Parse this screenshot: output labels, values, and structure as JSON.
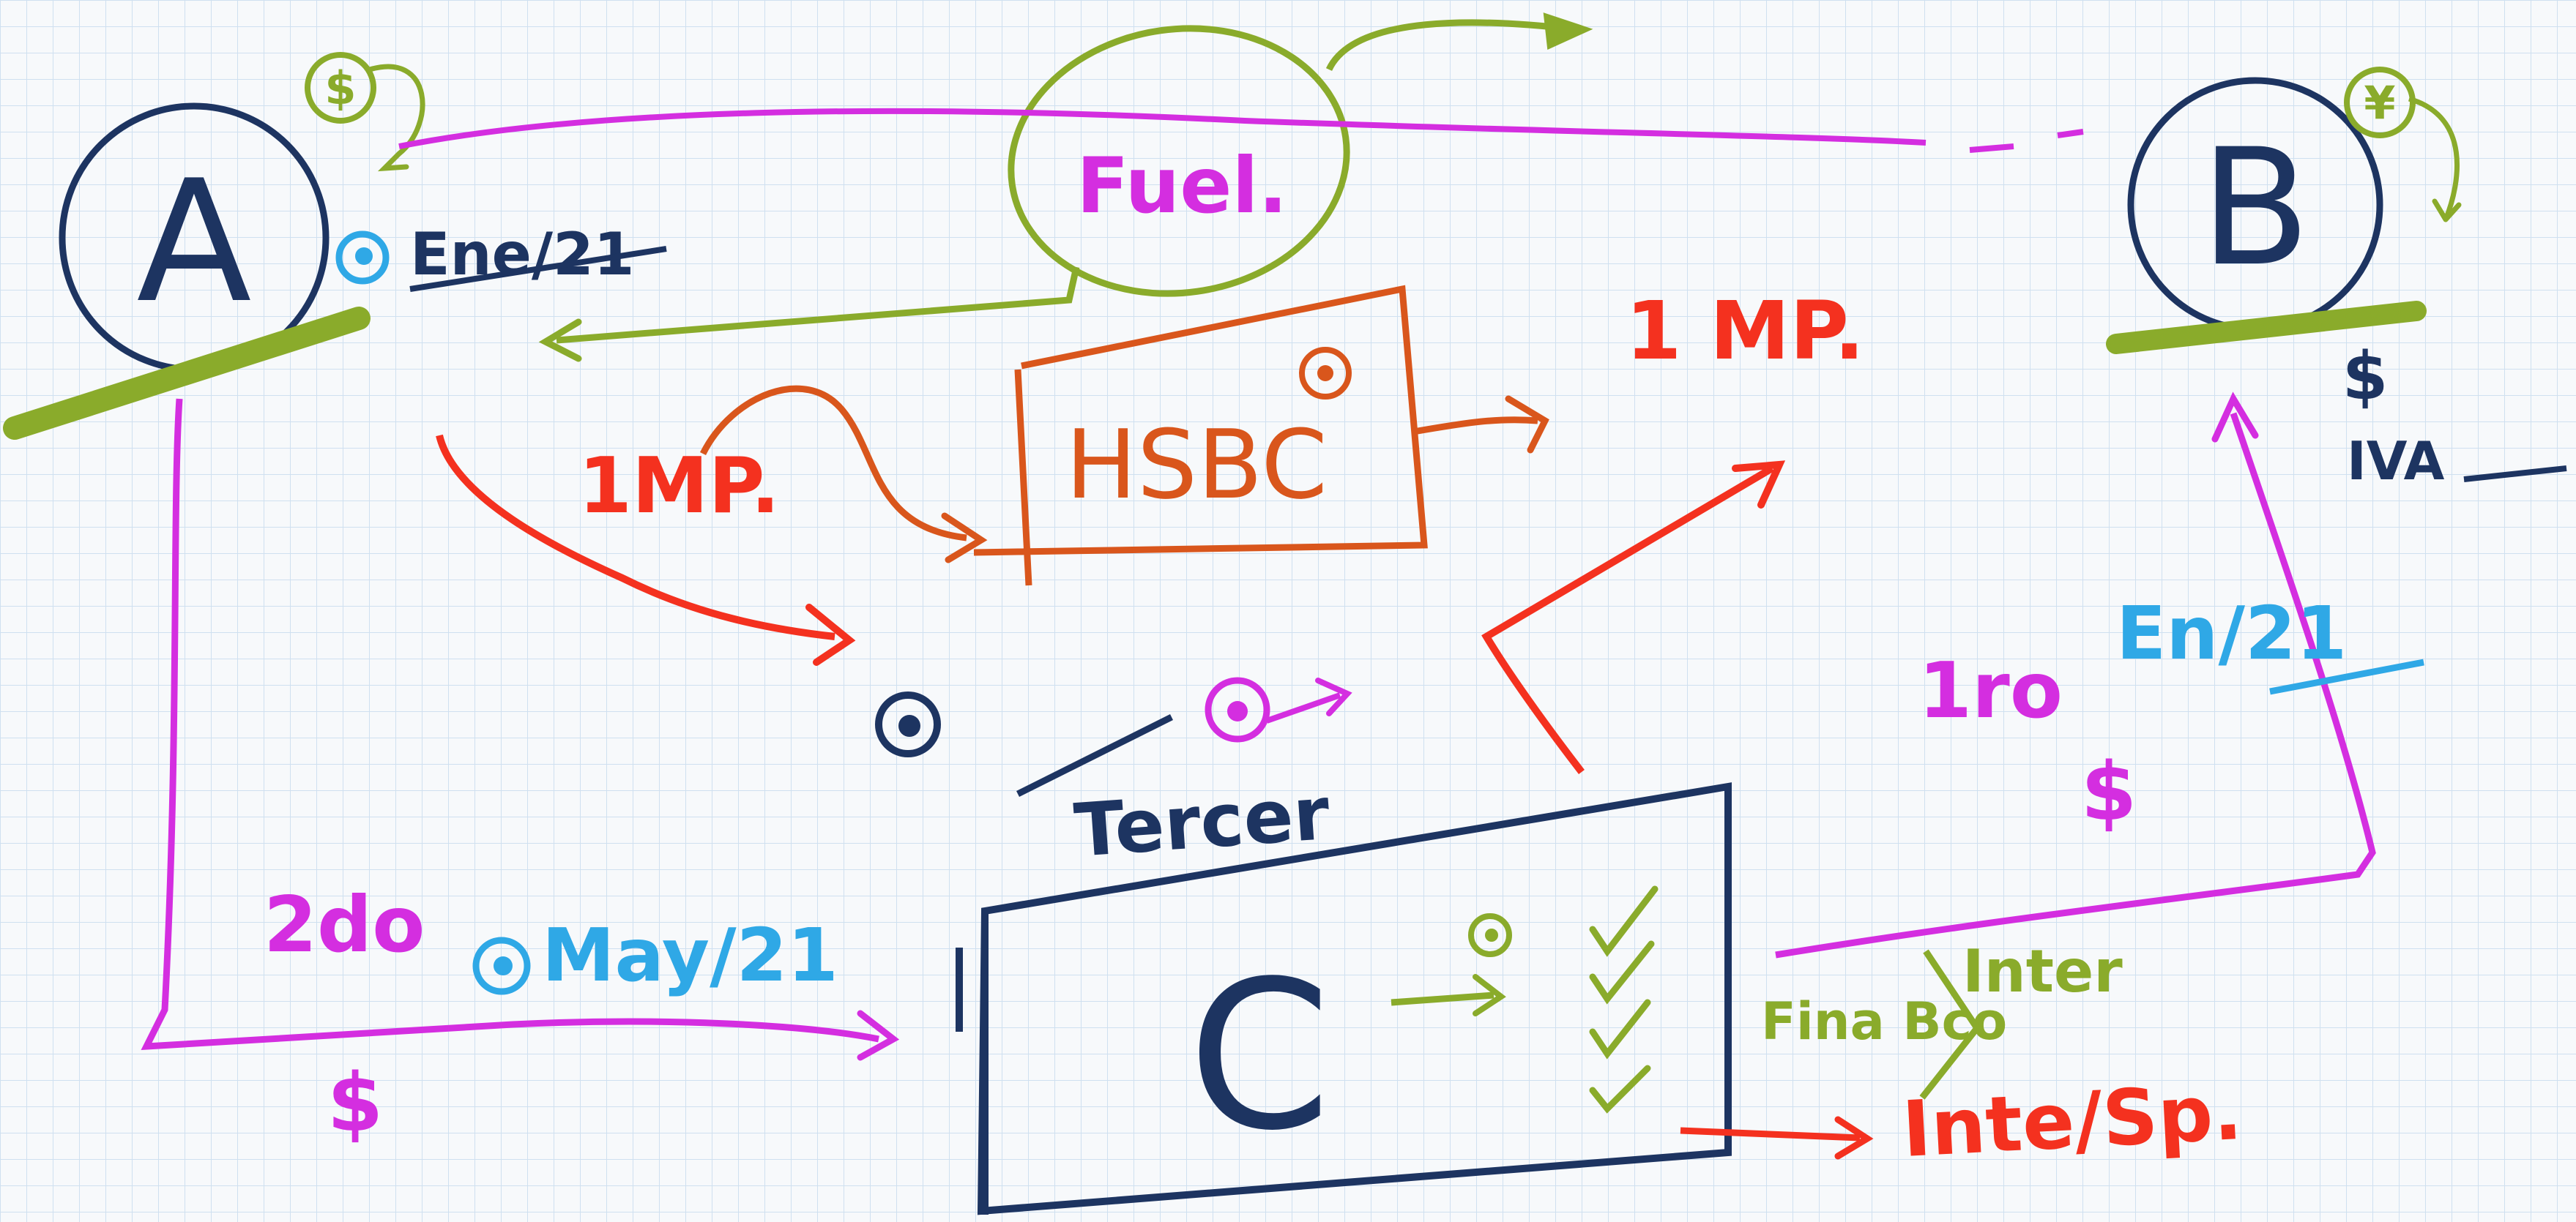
{
  "colors": {
    "navy": "#1d3461",
    "green": "#8aab2b",
    "magenta": "#d42ee0",
    "red": "#f4311f",
    "orange": "#d9561c",
    "cyan": "#2fa8e6",
    "grid": "#cfe0f0",
    "paper": "#f7f9fb"
  },
  "nodes": {
    "a": {
      "label": "A",
      "marker_symbol": "$"
    },
    "b": {
      "label": "B",
      "marker_symbol": "¥"
    },
    "c": {
      "label": "C",
      "top_label": "Tercer"
    },
    "hsbc": {
      "label": "HSBC"
    }
  },
  "labels": {
    "fuel": "Fuel.",
    "ene_21": "Ene/21",
    "one_mp_left": "1MP.",
    "one_mp_right": "1 MP.",
    "two_do": "2do",
    "may_21": "May/21",
    "dollar_bottom_left": "$",
    "one_ro": "1ro",
    "dollar_right": "$",
    "en_21": "En/21",
    "dollar_b": "$",
    "iva": "IVA",
    "fina_bco": "Fina Bco",
    "inter_green": "Inter",
    "inte_sp": "Inte/Sp."
  }
}
